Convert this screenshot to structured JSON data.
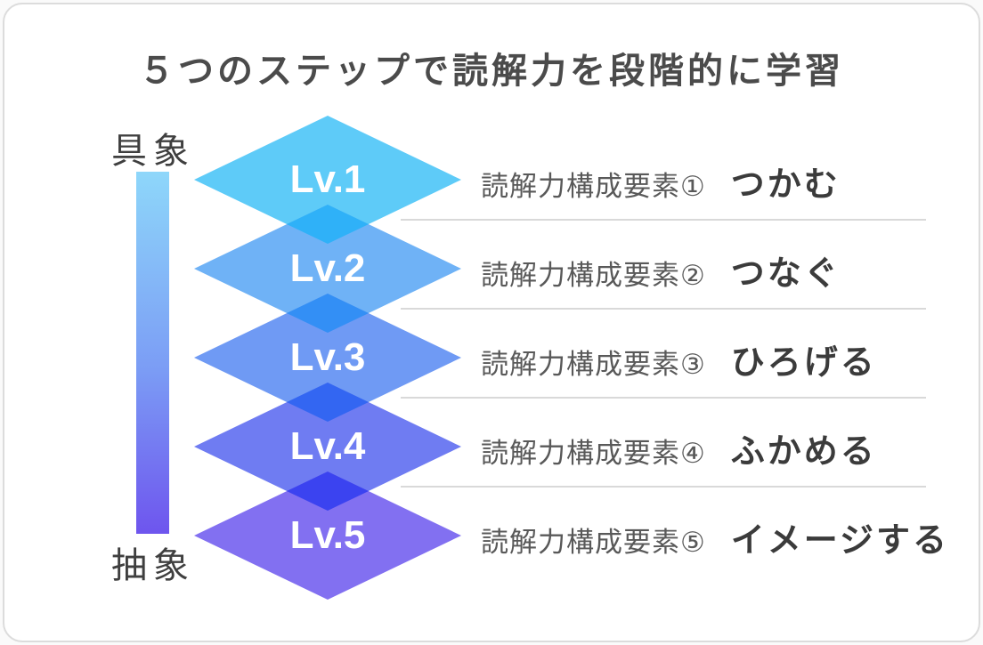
{
  "title": "５つのステップで読解力を段階的に学習",
  "axis": {
    "top_label": "具象",
    "bottom_label": "抽象",
    "gradient_top": "#8ed7fa",
    "gradient_middle": "#7b9cf5",
    "gradient_bottom": "#6e55ee"
  },
  "levels": [
    {
      "level": "Lv.1",
      "diamond_color": "#5ecbf8",
      "element_label": "読解力構成要素①",
      "keyword": "つかむ"
    },
    {
      "level": "Lv.2",
      "diamond_color": "#6fb2f6",
      "element_label": "読解力構成要素②",
      "keyword": "つなぐ"
    },
    {
      "level": "Lv.3",
      "diamond_color": "#6f9af4",
      "element_label": "読解力構成要素③",
      "keyword": "ひろげる"
    },
    {
      "level": "Lv.4",
      "diamond_color": "#6f7cf2",
      "element_label": "読解力構成要素④",
      "keyword": "ふかめる"
    },
    {
      "level": "Lv.5",
      "diamond_color": "#8270f1",
      "element_label": "読解力構成要素⑤",
      "keyword": "イメージする"
    }
  ],
  "overlap_colors": [
    "#2fb1f8",
    "#338ff5",
    "#3366f2",
    "#3b43f0"
  ],
  "colors": {
    "title_text": "#4b4b4b",
    "axis_label_text": "#3f3f3f",
    "element_label_text": "#595959",
    "keyword_text": "#3b3b3b",
    "divider": "#d9d9d9",
    "level_text": "#ffffff",
    "card_border": "#dcdcdc"
  }
}
